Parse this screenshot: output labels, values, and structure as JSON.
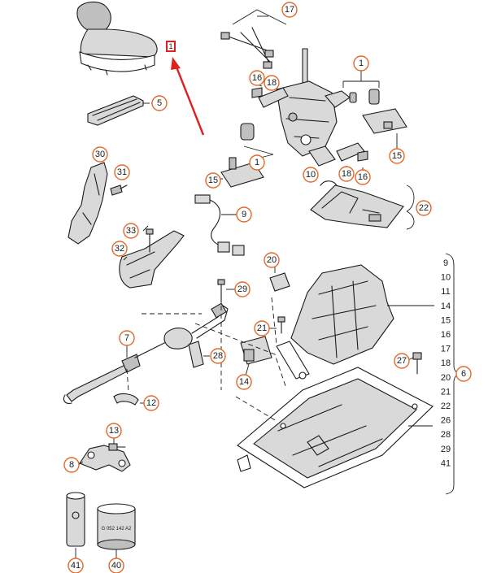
{
  "callouts": [
    {
      "id": "c17",
      "label": "17"
    },
    {
      "id": "c16a",
      "label": "16"
    },
    {
      "id": "c18a",
      "label": "18"
    },
    {
      "id": "c1a",
      "label": "1"
    },
    {
      "id": "c5",
      "label": "5"
    },
    {
      "id": "c15a",
      "label": "15"
    },
    {
      "id": "c1b",
      "label": "1"
    },
    {
      "id": "c10",
      "label": "10"
    },
    {
      "id": "c18b",
      "label": "18"
    },
    {
      "id": "c16b",
      "label": "16"
    },
    {
      "id": "c30",
      "label": "30"
    },
    {
      "id": "c31",
      "label": "31"
    },
    {
      "id": "c15b",
      "label": "15"
    },
    {
      "id": "c9",
      "label": "9"
    },
    {
      "id": "c22",
      "label": "22"
    },
    {
      "id": "c33",
      "label": "33"
    },
    {
      "id": "c32",
      "label": "32"
    },
    {
      "id": "c20",
      "label": "20"
    },
    {
      "id": "c29",
      "label": "29"
    },
    {
      "id": "c21",
      "label": "21"
    },
    {
      "id": "c7",
      "label": "7"
    },
    {
      "id": "c28",
      "label": "28"
    },
    {
      "id": "c14",
      "label": "14"
    },
    {
      "id": "c27",
      "label": "27"
    },
    {
      "id": "c12",
      "label": "12"
    },
    {
      "id": "c13",
      "label": "13"
    },
    {
      "id": "c8",
      "label": "8"
    },
    {
      "id": "c41b",
      "label": "41"
    },
    {
      "id": "c40",
      "label": "40"
    },
    {
      "id": "c6",
      "label": "6"
    }
  ],
  "group_list": [
    "9",
    "10",
    "11",
    "14",
    "15",
    "16",
    "17",
    "18",
    "20",
    "21",
    "22",
    "26",
    "28",
    "29",
    "41"
  ],
  "highlight_marker": "1",
  "sleeve_text": "G 052 142 A2"
}
